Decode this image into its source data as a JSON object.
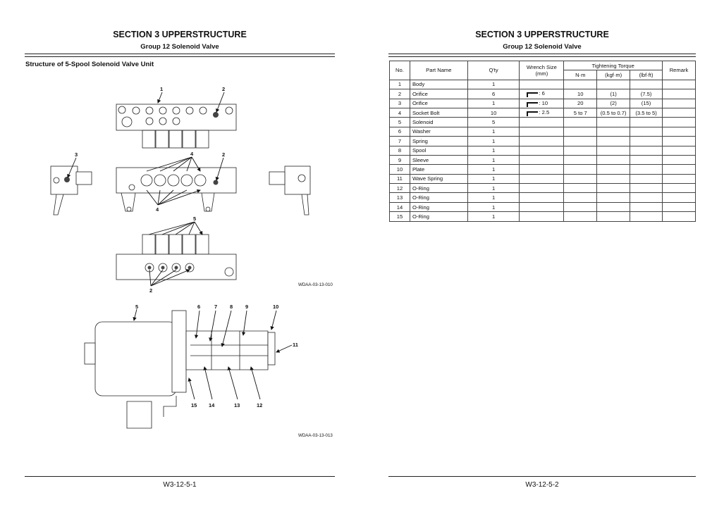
{
  "left_page": {
    "section_title": "SECTION 3 UPPERSTRUCTURE",
    "group_title": "Group 12 Solenoid Valve",
    "subtitle": "Structure of 5-Spool Solenoid Valve Unit",
    "figure1": {
      "callouts": [
        "1",
        "2",
        "3",
        "4",
        "2",
        "4",
        "5",
        "2"
      ],
      "code": "WDAA-03-13-010"
    },
    "figure2": {
      "callouts": [
        "5",
        "6",
        "7",
        "8",
        "9",
        "10",
        "11",
        "15",
        "14",
        "13",
        "12"
      ],
      "code": "WDAA-03-13-013"
    },
    "page_number": "W3-12-5-1"
  },
  "right_page": {
    "section_title": "SECTION 3 UPPERSTRUCTURE",
    "group_title": "Group 12 Solenoid Valve",
    "table": {
      "headers": {
        "no": "No.",
        "part_name": "Part Name",
        "qty": "Q'ty",
        "wrench": "Wrench Size (mm)",
        "torque": "Tightening Torque",
        "nm": "N·m",
        "kgfm": "(kgf·m)",
        "lbfft": "(lbf·ft)",
        "remark": "Remark"
      },
      "rows": [
        {
          "no": "1",
          "name": "Body",
          "qty": "1",
          "wrench": "",
          "nm": "",
          "kgfm": "",
          "lbfft": "",
          "remark": ""
        },
        {
          "no": "2",
          "name": "Orifice",
          "qty": "6",
          "wrench": ": 6",
          "nm": "10",
          "kgfm": "(1)",
          "lbfft": "(7.5)",
          "remark": ""
        },
        {
          "no": "3",
          "name": "Orifice",
          "qty": "1",
          "wrench": ": 10",
          "nm": "20",
          "kgfm": "(2)",
          "lbfft": "(15)",
          "remark": ""
        },
        {
          "no": "4",
          "name": "Socket Bolt",
          "qty": "10",
          "wrench": ": 2.5",
          "nm": "5 to 7",
          "kgfm": "(0.5 to 0.7)",
          "lbfft": "(3.5 to 5)",
          "remark": ""
        },
        {
          "no": "5",
          "name": "Solenoid",
          "qty": "5",
          "wrench": "",
          "nm": "",
          "kgfm": "",
          "lbfft": "",
          "remark": ""
        },
        {
          "no": "6",
          "name": "Washer",
          "qty": "1",
          "wrench": "",
          "nm": "",
          "kgfm": "",
          "lbfft": "",
          "remark": ""
        },
        {
          "no": "7",
          "name": "Spring",
          "qty": "1",
          "wrench": "",
          "nm": "",
          "kgfm": "",
          "lbfft": "",
          "remark": ""
        },
        {
          "no": "8",
          "name": "Spool",
          "qty": "1",
          "wrench": "",
          "nm": "",
          "kgfm": "",
          "lbfft": "",
          "remark": ""
        },
        {
          "no": "9",
          "name": "Sleeve",
          "qty": "1",
          "wrench": "",
          "nm": "",
          "kgfm": "",
          "lbfft": "",
          "remark": ""
        },
        {
          "no": "10",
          "name": "Plate",
          "qty": "1",
          "wrench": "",
          "nm": "",
          "kgfm": "",
          "lbfft": "",
          "remark": ""
        },
        {
          "no": "11",
          "name": "Wave Spring",
          "qty": "1",
          "wrench": "",
          "nm": "",
          "kgfm": "",
          "lbfft": "",
          "remark": ""
        },
        {
          "no": "12",
          "name": "O-Ring",
          "qty": "1",
          "wrench": "",
          "nm": "",
          "kgfm": "",
          "lbfft": "",
          "remark": ""
        },
        {
          "no": "13",
          "name": "O-Ring",
          "qty": "1",
          "wrench": "",
          "nm": "",
          "kgfm": "",
          "lbfft": "",
          "remark": ""
        },
        {
          "no": "14",
          "name": "O-Ring",
          "qty": "1",
          "wrench": "",
          "nm": "",
          "kgfm": "",
          "lbfft": "",
          "remark": ""
        },
        {
          "no": "15",
          "name": "O-Ring",
          "qty": "1",
          "wrench": "",
          "nm": "",
          "kgfm": "",
          "lbfft": "",
          "remark": ""
        }
      ]
    },
    "page_number": "W3-12-5-2"
  }
}
